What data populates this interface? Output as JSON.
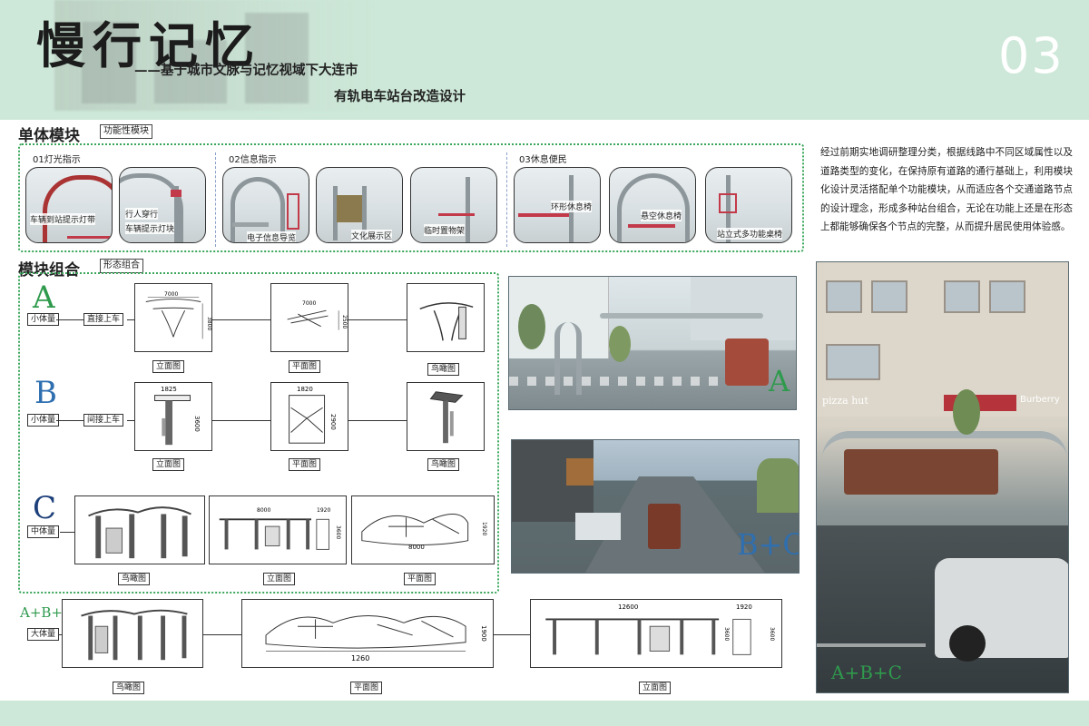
{
  "header": {
    "title": "慢行记忆",
    "subtitle_line1": "——基于城市文脉与记忆视域下大连市",
    "subtitle_line2": "有轨电车站台改造设计",
    "page_number": "03"
  },
  "section1": {
    "title": "单体模块",
    "tag": "功能性模块",
    "groups": [
      {
        "label": "01灯光指示"
      },
      {
        "label": "02信息指示"
      },
      {
        "label": "03休息便民"
      }
    ],
    "callouts": {
      "c1": "车辆到站提示灯带",
      "c2a": "行人穿行",
      "c2b": "车辆提示灯块",
      "c3": "电子信息导览",
      "c4": "文化展示区",
      "c5": "临时置物架",
      "c6": "环形休息椅",
      "c7": "悬空休息椅",
      "c8": "站立式多功能桌椅"
    }
  },
  "description": "经过前期实地调研整理分类，根据线路中不同区域属性以及道路类型的变化，在保持原有道路的通行基础上，利用模块化设计灵活搭配单个功能模块，从而适应各个交通道路节点的设计理念，形成多种站台组合，无论在功能上还是在形态上都能够确保各个节点的完整，从而提升居民使用体验感。",
  "section2": {
    "title": "模块组合",
    "tag": "形态组合",
    "rowA": {
      "letter": "A",
      "size": "小体量",
      "type": "直接上车",
      "labels": [
        "立面图",
        "平面图",
        "鸟瞰图"
      ],
      "dims": {
        "elev_w": "7000",
        "elev_h": "3800",
        "plan_w": "7000",
        "plan_h": "2500"
      }
    },
    "rowB": {
      "letter": "B",
      "size": "小体量",
      "type": "间接上车",
      "labels": [
        "立面图",
        "平面图",
        "鸟瞰图"
      ],
      "dims": {
        "elev_w": "1825",
        "elev_h": "3600",
        "plan_w": "1820",
        "plan_h": "2900"
      }
    },
    "rowC": {
      "letter": "C",
      "size": "中体量",
      "labels": [
        "鸟瞰图",
        "立面图",
        "平面图"
      ],
      "dims": {
        "elev_w": "8000",
        "elev_side_w": "1920",
        "elev_h": "3600",
        "plan_w": "8000",
        "plan_h": "1920"
      }
    },
    "rowABC": {
      "letter": "A+B+C",
      "size": "大体量",
      "labels": [
        "鸟瞰图",
        "平面图",
        "立面图"
      ],
      "dims": {
        "plan_w": "1260",
        "plan_h": "1900",
        "elev_w": "12600",
        "elev_side_w": "1920",
        "elev_h": "3600",
        "elev_side_h": "3600"
      }
    }
  },
  "renders": {
    "r1": "A",
    "r2": "B+C",
    "r3": "A+B+C",
    "shop1": "pizza hut",
    "shop2": "Burberry"
  },
  "colors": {
    "header_bg": "#cde8d8",
    "accent_green": "#2f9a4d",
    "module_blue": "#2f6fb0",
    "module_navy": "#1d3f7a",
    "highlight_red": "#c23a4a"
  }
}
